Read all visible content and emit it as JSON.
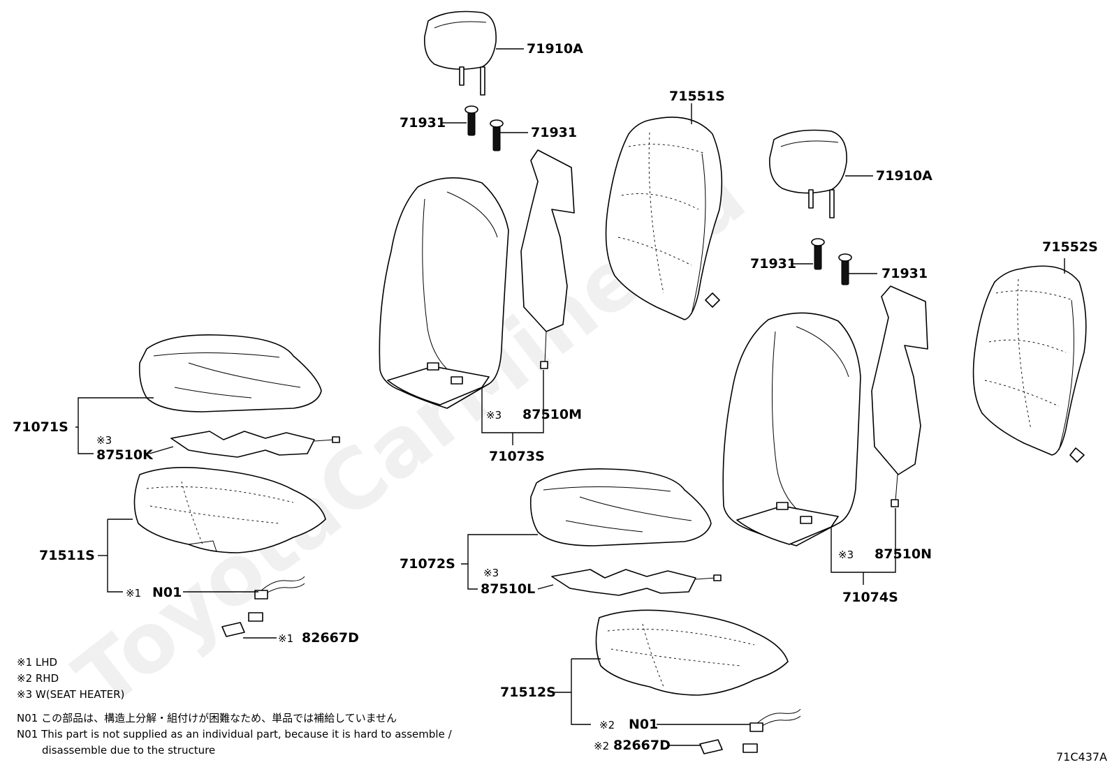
{
  "watermark": "ToyotaCarMine.ru",
  "labels": {
    "headrest_left": "71910A",
    "headrest_right": "71910A",
    "guide_l1": "71931",
    "guide_l2": "71931",
    "guide_r1": "71931",
    "guide_r2": "71931",
    "back_pad_left": "71551S",
    "back_pad_right": "71552S",
    "back_cover_left": "71073S",
    "back_cover_right": "71074S",
    "back_heater_left": "87510M",
    "back_heater_right": "87510N",
    "cushion_cover_left": "71071S",
    "cushion_cover_right": "71072S",
    "cushion_heater_left": "87510K",
    "cushion_heater_right": "87510L",
    "cushion_pad_left": "71511S",
    "cushion_pad_right": "71512S",
    "n01_left": "N01",
    "n01_right": "N01",
    "sensor_left": "82667D",
    "sensor_right": "82667D"
  },
  "marks": {
    "m1": "※1",
    "m2": "※2",
    "m3": "※3"
  },
  "notes": [
    "※1 LHD",
    "※2 RHD",
    "※3 W(SEAT HEATER)",
    "N01 この部品は、構造上分解・組付けが困難なため、単品では補給していません",
    "N01 This part is not supplied as an individual part, because it is hard to assemble /",
    "disassemble due to the structure"
  ],
  "figure_code": "71C437A"
}
